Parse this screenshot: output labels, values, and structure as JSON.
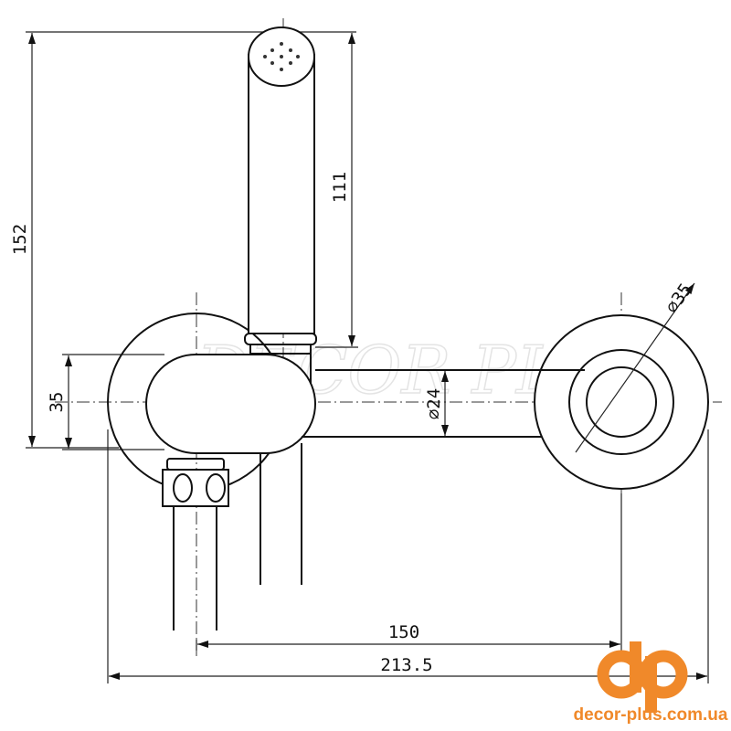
{
  "drawing": {
    "dimensions": {
      "height_total": "152",
      "handshower_length": "111",
      "connection_height": "35",
      "arm_diameter": "⌀24",
      "flange_diameter": "⌀35",
      "center_distance": "150",
      "total_length": "213.5"
    },
    "watermark": "DECOR PLUS"
  },
  "logo": {
    "mark": "dp",
    "url": "decor-plus.com.ua",
    "color": "#f0892a"
  }
}
